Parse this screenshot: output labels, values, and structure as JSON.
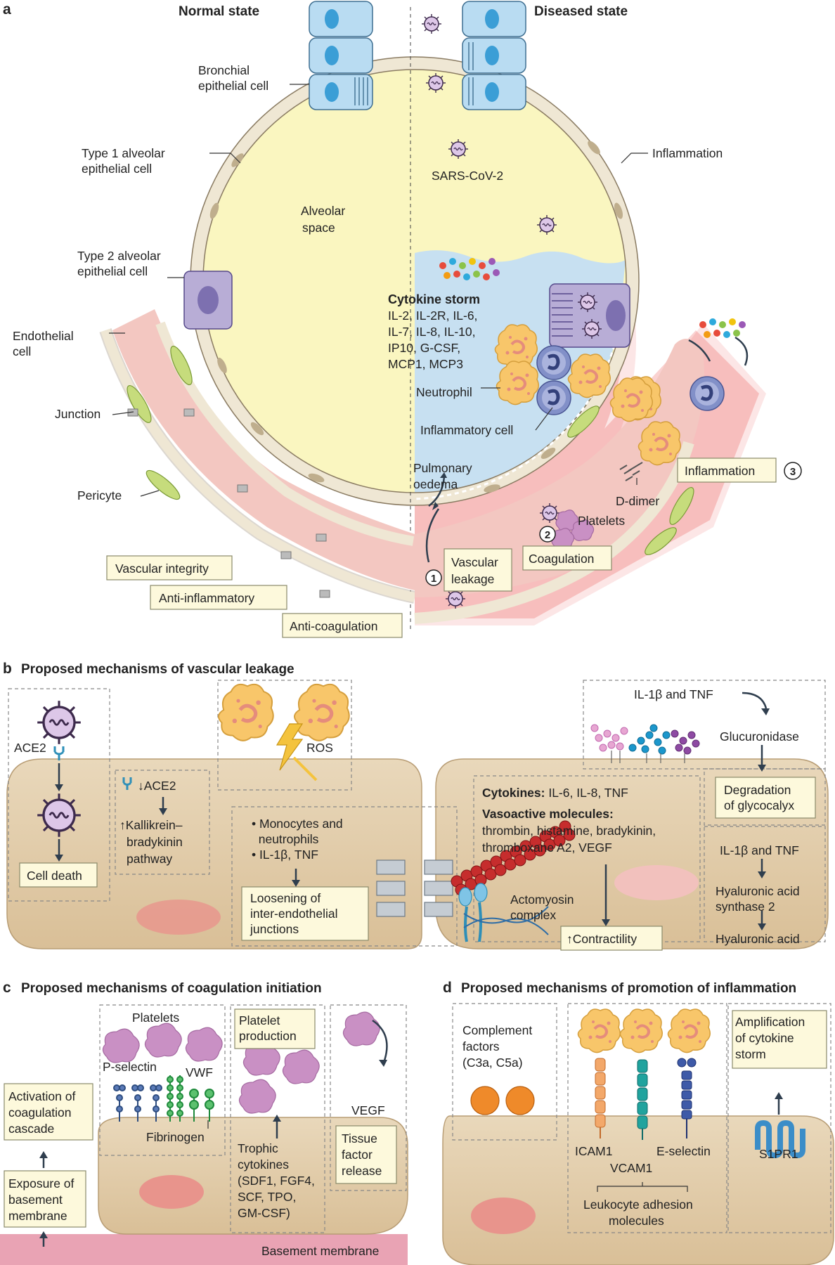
{
  "panel_a": {
    "letter": "a",
    "normal_title": "Normal state",
    "diseased_title": "Diseased state",
    "bronchial": [
      "Bronchial",
      "epithelial cell"
    ],
    "type1": [
      "Type 1 alveolar",
      "epithelial cell"
    ],
    "type2": [
      "Type 2 alveolar",
      "epithelial cell"
    ],
    "endothelial": [
      "Endothelial",
      "cell"
    ],
    "junction": "Junction",
    "pericyte": "Pericyte",
    "alveolar_space": [
      "Alveolar",
      "space"
    ],
    "box_vascular_integrity": "Vascular integrity",
    "box_anti_inflammatory": "Anti-inflammatory",
    "box_anti_coagulation": "Anti-coagulation",
    "inflammation_top": "Inflammation",
    "sars": "SARS-CoV-2",
    "cytokine_title": "Cytokine storm",
    "cytokine_list": [
      "IL-2, IL-2R, IL-6,",
      "IL-7, IL-8, IL-10,",
      "IP10, G-CSF,",
      "MCP1, MCP3"
    ],
    "neutrophil": "Neutrophil",
    "inflammatory_cell": "Inflammatory cell",
    "oedema": [
      "Pulmonary",
      "oedema"
    ],
    "ddimer": "D-dimer",
    "platelets": "Platelets",
    "box_vascular_leakage": [
      "Vascular",
      "leakage"
    ],
    "box_coagulation": "Coagulation",
    "box_inflammation": "Inflammation",
    "step1": "1",
    "step2": "2",
    "step3": "3"
  },
  "panel_b": {
    "letter": "b",
    "title": "Proposed mechanisms of vascular leakage",
    "ace2": "ACE2",
    "cell_death": "Cell death",
    "ace2_down": "↓ACE2",
    "kallikrein": [
      "↑Kallikrein–",
      "bradykinin",
      "pathway"
    ],
    "ros": "ROS",
    "mono": [
      "• Monocytes and",
      "  neutrophils",
      "• IL-1β, TNF"
    ],
    "loosening": [
      "Loosening of",
      "inter-endothelial",
      "junctions"
    ],
    "cytokines_bold": "Cytokines:",
    "cytokines_rest": " IL-6, IL-8, TNF",
    "vasoactive": "Vasoactive molecules:",
    "vaso_list": [
      "thrombin, histamine, bradykinin,",
      "thromboxane A2, VEGF"
    ],
    "actomyosin": [
      "Actomyosin",
      "complex"
    ],
    "contractility": "↑Contractility",
    "il1_tnf_top": "IL-1β and TNF",
    "glucuronidase": "Glucuronidase",
    "degradation": [
      "Degradation",
      "of glycocalyx"
    ],
    "il1_tnf_2": "IL-1β and TNF",
    "hyaluronic_synth": [
      "Hyaluronic acid",
      "synthase 2"
    ],
    "hyaluronic_acid": "Hyaluronic acid"
  },
  "panel_c": {
    "letter": "c",
    "title": "Proposed mechanisms of coagulation initiation",
    "activation": [
      "Activation of",
      "coagulation",
      "cascade"
    ],
    "exposure": [
      "Exposure of",
      "basement",
      "membrane"
    ],
    "platelets": "Platelets",
    "pselectin": "P-selectin",
    "vwf": "VWF",
    "fibrinogen": "Fibrinogen",
    "platelet_production": [
      "Platelet",
      "production"
    ],
    "trophic": [
      "Trophic",
      "cytokines",
      "(SDF1, FGF4,",
      "SCF, TPO,",
      "GM-CSF)"
    ],
    "vegf": "VEGF",
    "tissue_factor": [
      "Tissue",
      "factor",
      "release"
    ],
    "basement": "Basement membrane"
  },
  "panel_d": {
    "letter": "d",
    "title": "Proposed mechanisms of promotion of inflammation",
    "complement": [
      "Complement",
      "factors",
      "(C3a, C5a)"
    ],
    "icam": "ICAM1",
    "vcam": "VCAM1",
    "eselectin": "E-selectin",
    "leukocyte": [
      "Leukocyte adhesion",
      "molecules"
    ],
    "amplification": [
      "Amplification",
      "of cytokine",
      "storm"
    ],
    "s1pr1": "S1PR1"
  },
  "colors": {
    "alveolar": "#faf6c0",
    "fluid": "#c7e0f1",
    "cell_tan": "#efe7d4",
    "vessel": "#f3c7c1",
    "inflammation": "#e8332f",
    "pericyte": "#c6dc7c",
    "platelet": "#c990c4",
    "neutrophil": "#f8c66a",
    "label_box": "#fdf9dc",
    "basement": "#e9a3b4"
  }
}
